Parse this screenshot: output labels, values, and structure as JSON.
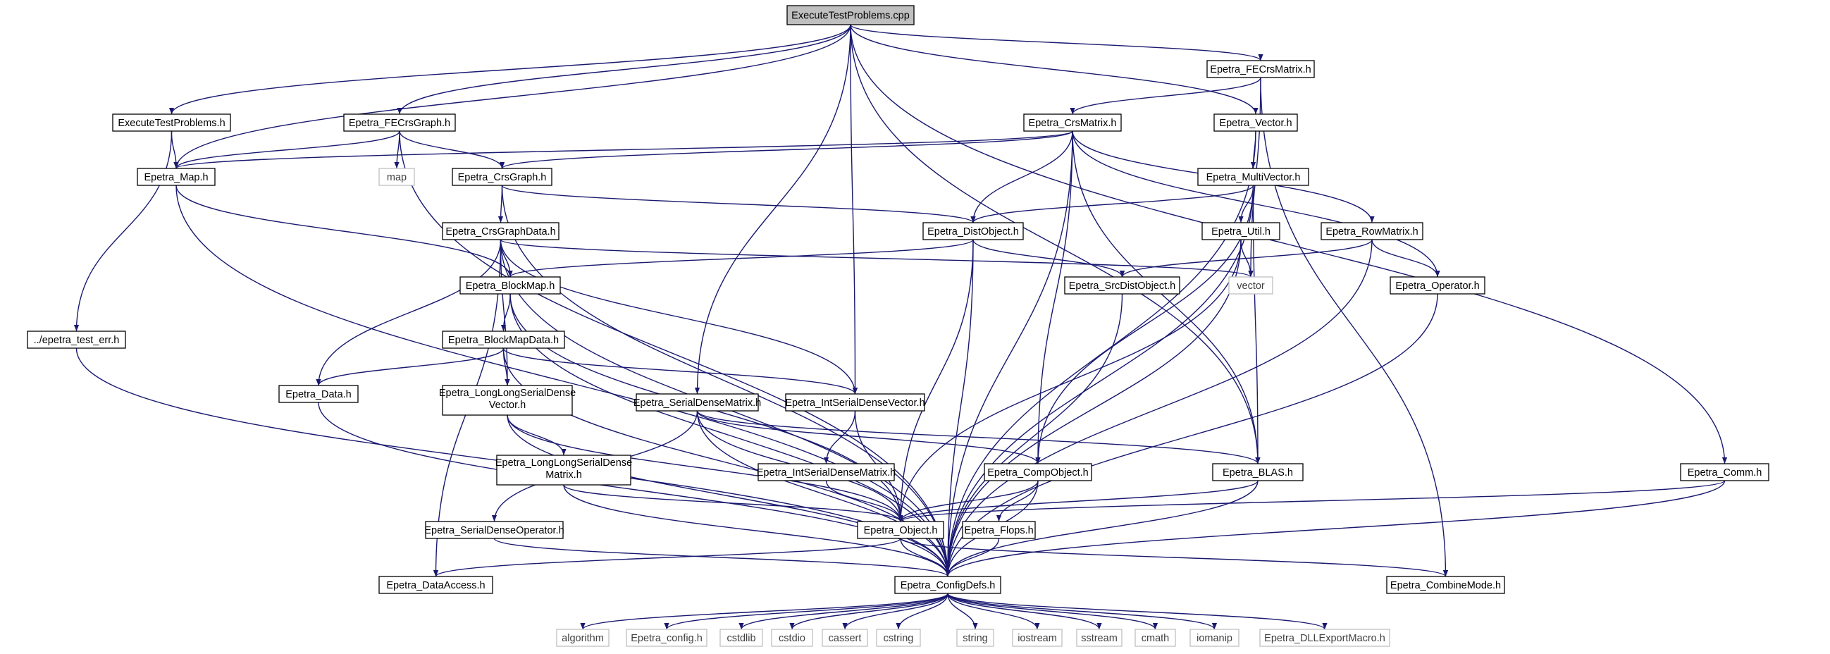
{
  "colors": {
    "edge": "#191970",
    "root_fill": "#bfbfbf",
    "system_border": "#bfbfbf",
    "node_border": "#000000"
  },
  "nodes": [
    {
      "id": "root",
      "label": "ExecuteTestProblems.cpp",
      "kind": "root"
    },
    {
      "id": "ETPh",
      "label": "ExecuteTestProblems.h"
    },
    {
      "id": "FECrsGraph",
      "label": "Epetra_FECrsGraph.h"
    },
    {
      "id": "FECrsMatrix",
      "label": "Epetra_FECrsMatrix.h"
    },
    {
      "id": "CrsMatrix",
      "label": "Epetra_CrsMatrix.h"
    },
    {
      "id": "Vector",
      "label": "Epetra_Vector.h"
    },
    {
      "id": "Map",
      "label": "Epetra_Map.h"
    },
    {
      "id": "map",
      "label": "map",
      "kind": "sys"
    },
    {
      "id": "CrsGraph",
      "label": "Epetra_CrsGraph.h"
    },
    {
      "id": "MultiVector",
      "label": "Epetra_MultiVector.h"
    },
    {
      "id": "CrsGraphData",
      "label": "Epetra_CrsGraphData.h"
    },
    {
      "id": "DistObject",
      "label": "Epetra_DistObject.h"
    },
    {
      "id": "Util",
      "label": "Epetra_Util.h"
    },
    {
      "id": "RowMatrix",
      "label": "Epetra_RowMatrix.h"
    },
    {
      "id": "BlockMap",
      "label": "Epetra_BlockMap.h"
    },
    {
      "id": "SrcDistObject",
      "label": "Epetra_SrcDistObject.h"
    },
    {
      "id": "vector",
      "label": "vector",
      "kind": "sys"
    },
    {
      "id": "Operator",
      "label": "Epetra_Operator.h"
    },
    {
      "id": "testerr",
      "label": "../epetra_test_err.h"
    },
    {
      "id": "BlockMapData",
      "label": "Epetra_BlockMapData.h"
    },
    {
      "id": "Data",
      "label": "Epetra_Data.h"
    },
    {
      "id": "LLSDV",
      "label": "Epetra_LongLongSerialDense",
      "label2": "Vector.h"
    },
    {
      "id": "SDM",
      "label": "Epetra_SerialDenseMatrix.h"
    },
    {
      "id": "ISDV",
      "label": "Epetra_IntSerialDenseVector.h"
    },
    {
      "id": "LLSDM",
      "label": "Epetra_LongLongSerialDense",
      "label2": "Matrix.h"
    },
    {
      "id": "ISDM",
      "label": "Epetra_IntSerialDenseMatrix.h"
    },
    {
      "id": "CompObject",
      "label": "Epetra_CompObject.h"
    },
    {
      "id": "BLAS",
      "label": "Epetra_BLAS.h"
    },
    {
      "id": "Comm",
      "label": "Epetra_Comm.h"
    },
    {
      "id": "SDO",
      "label": "Epetra_SerialDenseOperator.h"
    },
    {
      "id": "Object",
      "label": "Epetra_Object.h"
    },
    {
      "id": "Flops",
      "label": "Epetra_Flops.h"
    },
    {
      "id": "DataAccess",
      "label": "Epetra_DataAccess.h"
    },
    {
      "id": "ConfigDefs",
      "label": "Epetra_ConfigDefs.h"
    },
    {
      "id": "CombineMode",
      "label": "Epetra_CombineMode.h"
    },
    {
      "id": "algorithm",
      "label": "algorithm",
      "kind": "sys"
    },
    {
      "id": "config",
      "label": "Epetra_config.h",
      "kind": "sys"
    },
    {
      "id": "cstdlib",
      "label": "cstdlib",
      "kind": "sys"
    },
    {
      "id": "cstdio",
      "label": "cstdio",
      "kind": "sys"
    },
    {
      "id": "cassert",
      "label": "cassert",
      "kind": "sys"
    },
    {
      "id": "cstring",
      "label": "cstring",
      "kind": "sys"
    },
    {
      "id": "string",
      "label": "string",
      "kind": "sys"
    },
    {
      "id": "iostream",
      "label": "iostream",
      "kind": "sys"
    },
    {
      "id": "sstream",
      "label": "sstream",
      "kind": "sys"
    },
    {
      "id": "cmath",
      "label": "cmath",
      "kind": "sys"
    },
    {
      "id": "iomanip",
      "label": "iomanip",
      "kind": "sys"
    },
    {
      "id": "DLL",
      "label": "Epetra_DLLExportMacro.h",
      "kind": "sys"
    }
  ],
  "edges": [
    [
      "root",
      "ETPh"
    ],
    [
      "root",
      "Map"
    ],
    [
      "root",
      "FECrsGraph"
    ],
    [
      "root",
      "SDM"
    ],
    [
      "root",
      "ISDV"
    ],
    [
      "root",
      "FECrsMatrix"
    ],
    [
      "root",
      "Vector"
    ],
    [
      "root",
      "BLAS"
    ],
    [
      "root",
      "Comm"
    ],
    [
      "ETPh",
      "Map"
    ],
    [
      "ETPh",
      "testerr"
    ],
    [
      "FECrsGraph",
      "Map"
    ],
    [
      "FECrsGraph",
      "map"
    ],
    [
      "FECrsGraph",
      "CrsGraph"
    ],
    [
      "FECrsGraph",
      "ConfigDefs"
    ],
    [
      "FECrsMatrix",
      "CrsMatrix"
    ],
    [
      "FECrsMatrix",
      "vector"
    ],
    [
      "FECrsMatrix",
      "CombineMode"
    ],
    [
      "CrsMatrix",
      "Map"
    ],
    [
      "CrsMatrix",
      "CrsGraph"
    ],
    [
      "CrsMatrix",
      "DistObject"
    ],
    [
      "CrsMatrix",
      "CompObject"
    ],
    [
      "CrsMatrix",
      "BLAS"
    ],
    [
      "CrsMatrix",
      "RowMatrix"
    ],
    [
      "CrsMatrix",
      "Operator"
    ],
    [
      "CrsMatrix",
      "ConfigDefs"
    ],
    [
      "Vector",
      "MultiVector"
    ],
    [
      "Vector",
      "ConfigDefs"
    ],
    [
      "Map",
      "BlockMap"
    ],
    [
      "Map",
      "ConfigDefs"
    ],
    [
      "CrsGraph",
      "CrsGraphData"
    ],
    [
      "CrsGraph",
      "DistObject"
    ],
    [
      "CrsGraph",
      "ConfigDefs"
    ],
    [
      "MultiVector",
      "DistObject"
    ],
    [
      "MultiVector",
      "Util"
    ],
    [
      "MultiVector",
      "CompObject"
    ],
    [
      "MultiVector",
      "BLAS"
    ],
    [
      "MultiVector",
      "ConfigDefs"
    ],
    [
      "CrsGraphData",
      "BlockMap"
    ],
    [
      "CrsGraphData",
      "Data"
    ],
    [
      "CrsGraphData",
      "LLSDV"
    ],
    [
      "CrsGraphData",
      "ISDV"
    ],
    [
      "CrsGraphData",
      "vector"
    ],
    [
      "CrsGraphData",
      "DataAccess"
    ],
    [
      "CrsGraphData",
      "ConfigDefs"
    ],
    [
      "DistObject",
      "BlockMap"
    ],
    [
      "DistObject",
      "SrcDistObject"
    ],
    [
      "DistObject",
      "Object"
    ],
    [
      "DistObject",
      "ConfigDefs"
    ],
    [
      "Util",
      "vector"
    ],
    [
      "Util",
      "Object"
    ],
    [
      "Util",
      "ConfigDefs"
    ],
    [
      "RowMatrix",
      "SrcDistObject"
    ],
    [
      "RowMatrix",
      "Operator"
    ],
    [
      "RowMatrix",
      "ConfigDefs"
    ],
    [
      "BlockMap",
      "BlockMapData"
    ],
    [
      "BlockMap",
      "Object"
    ],
    [
      "BlockMap",
      "ConfigDefs"
    ],
    [
      "SrcDistObject",
      "ConfigDefs"
    ],
    [
      "Operator",
      "ConfigDefs"
    ],
    [
      "testerr",
      "ConfigDefs"
    ],
    [
      "BlockMapData",
      "Data"
    ],
    [
      "BlockMapData",
      "LLSDV"
    ],
    [
      "BlockMapData",
      "ISDV"
    ],
    [
      "BlockMapData",
      "ConfigDefs"
    ],
    [
      "Data",
      "ConfigDefs"
    ],
    [
      "LLSDV",
      "LLSDM"
    ],
    [
      "LLSDV",
      "Object"
    ],
    [
      "LLSDV",
      "ConfigDefs"
    ],
    [
      "SDM",
      "SDO"
    ],
    [
      "SDM",
      "Object"
    ],
    [
      "SDM",
      "CompObject"
    ],
    [
      "SDM",
      "BLAS"
    ],
    [
      "SDM",
      "ConfigDefs"
    ],
    [
      "ISDV",
      "ISDM"
    ],
    [
      "ISDV",
      "Object"
    ],
    [
      "LLSDM",
      "Object"
    ],
    [
      "LLSDM",
      "ConfigDefs"
    ],
    [
      "ISDM",
      "Object"
    ],
    [
      "CompObject",
      "Object"
    ],
    [
      "CompObject",
      "Flops"
    ],
    [
      "CompObject",
      "ConfigDefs"
    ],
    [
      "BLAS",
      "Object"
    ],
    [
      "BLAS",
      "ConfigDefs"
    ],
    [
      "Comm",
      "Object"
    ],
    [
      "Comm",
      "ConfigDefs"
    ],
    [
      "SDO",
      "ConfigDefs"
    ],
    [
      "Object",
      "DataAccess"
    ],
    [
      "Object",
      "ConfigDefs"
    ],
    [
      "Object",
      "CombineMode"
    ],
    [
      "Flops",
      "ConfigDefs"
    ],
    [
      "ConfigDefs",
      "algorithm"
    ],
    [
      "ConfigDefs",
      "config"
    ],
    [
      "ConfigDefs",
      "cstdlib"
    ],
    [
      "ConfigDefs",
      "cstdio"
    ],
    [
      "ConfigDefs",
      "cassert"
    ],
    [
      "ConfigDefs",
      "cstring"
    ],
    [
      "ConfigDefs",
      "string"
    ],
    [
      "ConfigDefs",
      "iostream"
    ],
    [
      "ConfigDefs",
      "sstream"
    ],
    [
      "ConfigDefs",
      "cmath"
    ],
    [
      "ConfigDefs",
      "iomanip"
    ],
    [
      "ConfigDefs",
      "DLL"
    ]
  ]
}
